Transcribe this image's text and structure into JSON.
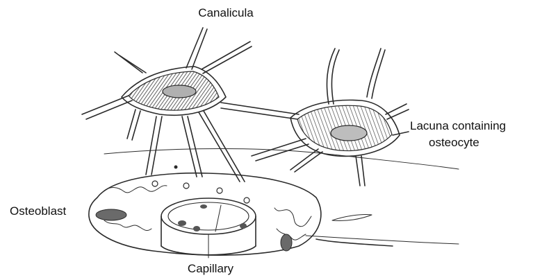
{
  "labels": {
    "canalicula": "Canalicula",
    "lacuna_line1": "Lacuna containing",
    "lacuna_line2": "osteocyte",
    "osteoblast": "Osteoblast",
    "capillary": "Capillary"
  },
  "colors": {
    "ink": "#2a2a2a",
    "shade": "#555555",
    "paper": "#ffffff"
  }
}
